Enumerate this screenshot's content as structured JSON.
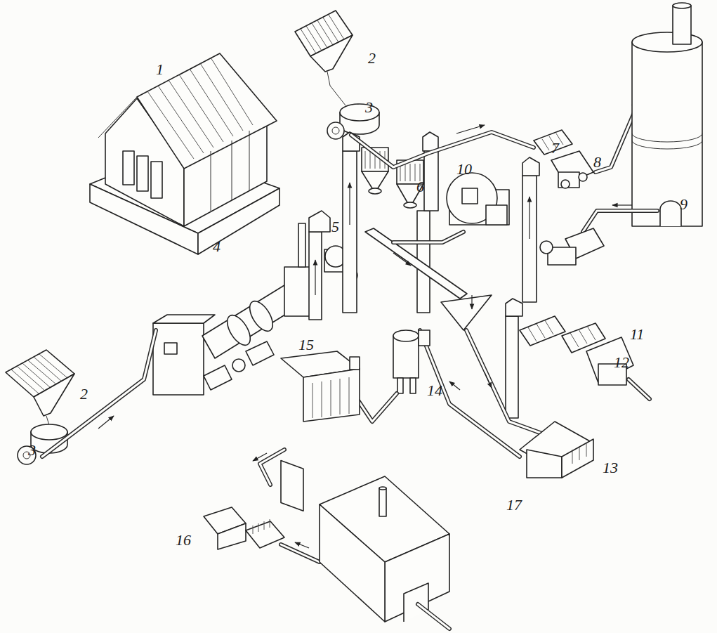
{
  "diagram": {
    "labels": [
      "1",
      "2",
      "3",
      "7",
      "8",
      "9",
      "6",
      "10",
      "5",
      "4",
      "2",
      "3",
      "11",
      "12",
      "14",
      "15",
      "13",
      "16",
      "17"
    ]
  }
}
